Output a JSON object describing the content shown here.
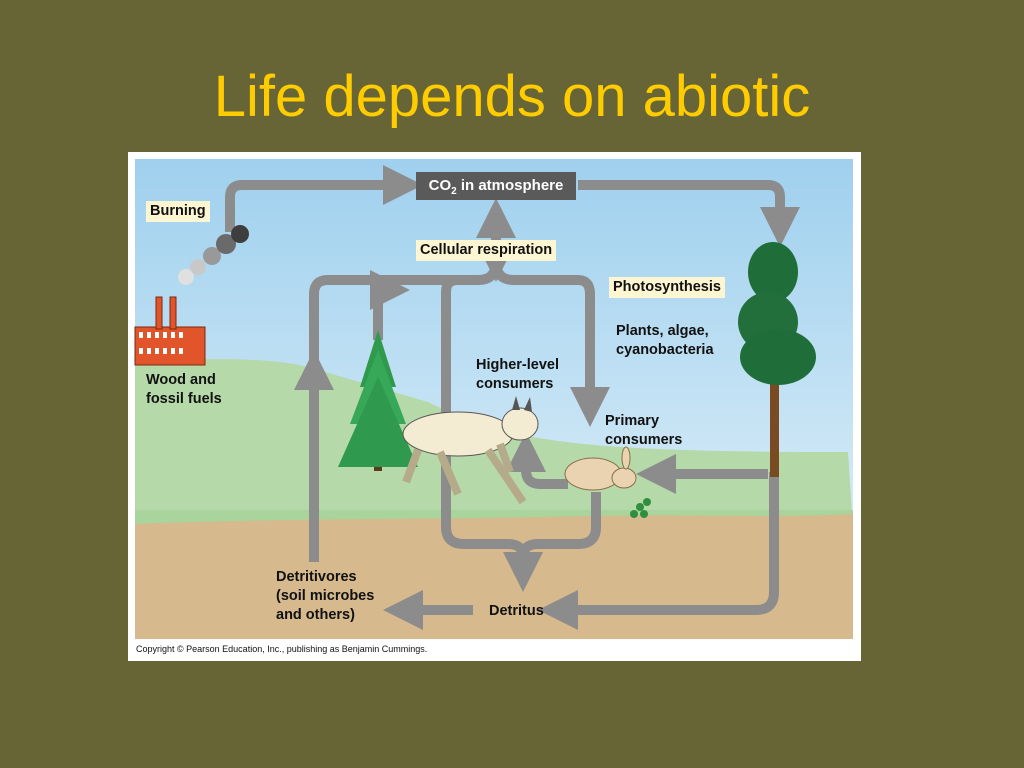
{
  "slide": {
    "title": "Life depends on abiotic",
    "background_color": "#676435",
    "title_color": "#ffcc00"
  },
  "diagram": {
    "co2_box": {
      "prefix": "CO",
      "subscript": "2",
      "suffix": " in atmosphere"
    },
    "burning": "Burning",
    "cellular_respiration": "Cellular respiration",
    "photosynthesis": "Photosynthesis",
    "plants": [
      "Plants, algae,",
      "cyanobacteria"
    ],
    "wood_fuels": [
      "Wood and",
      "fossil fuels"
    ],
    "higher_consumers": [
      "Higher-level",
      "consumers"
    ],
    "primary_consumers": [
      "Primary",
      "consumers"
    ],
    "detritivores": [
      "Detritivores",
      "(soil microbes",
      "and others)"
    ],
    "detritus": "Detritus",
    "copyright": "Copyright © Pearson Education, Inc., publishing as Benjamin Cummings.",
    "colors": {
      "sky": "#c9e4f3",
      "hill": "#b5d9a8",
      "soil": "#d6b98c",
      "arrow": "#8c8c8c",
      "label_box": "#fdf6d2"
    }
  }
}
